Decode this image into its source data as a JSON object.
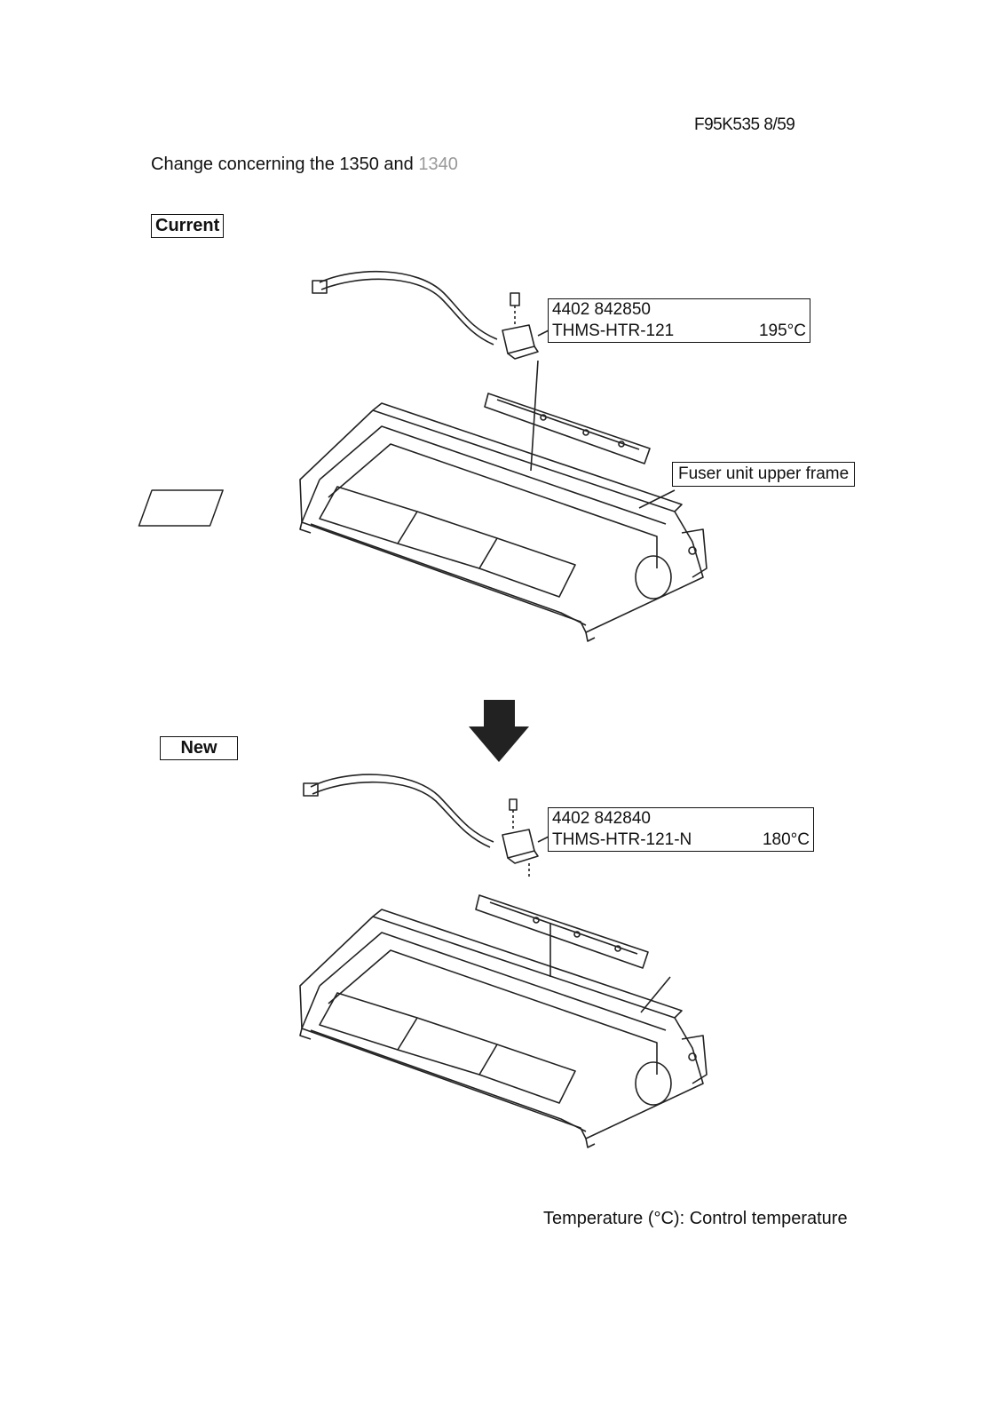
{
  "header": {
    "doc_id": "F95K535  8/59"
  },
  "subject": {
    "text": "Change concerning the 1350 and",
    "faded_suffix": "1340"
  },
  "sections": {
    "current_label": "Current",
    "new_label": "New"
  },
  "current_part": {
    "part_number": "4402 842850",
    "name": "THMS-HTR-121",
    "temperature": "195°C"
  },
  "new_part": {
    "part_number": "4402 842840",
    "name": "THMS-HTR-121-N",
    "temperature": "180°C"
  },
  "frame_label": "Fuser unit upper frame",
  "footnote": "Temperature (°C): Control temperature"
}
